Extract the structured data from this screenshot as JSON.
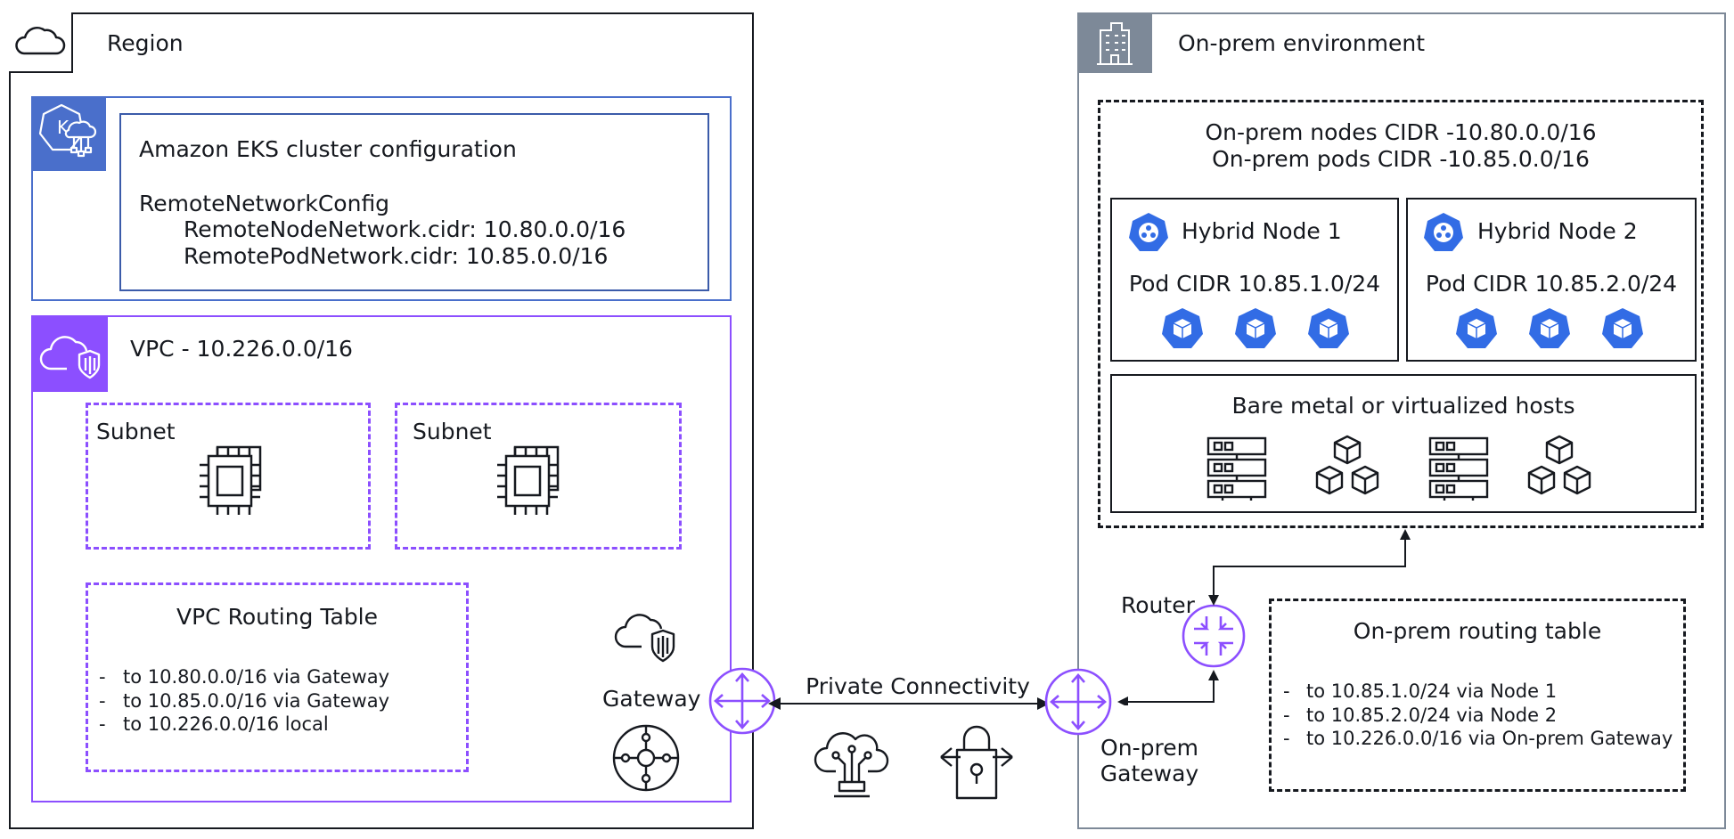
{
  "region": {
    "label": "Region",
    "eks": {
      "title": "Amazon EKS cluster configuration",
      "config_name": "RemoteNetworkConfig",
      "node_network": "RemoteNodeNetwork.cidr: 10.80.0.0/16",
      "pod_network": "RemotePodNetwork.cidr: 10.85.0.0/16"
    },
    "vpc": {
      "label": "VPC - 10.226.0.0/16",
      "subnets": [
        {
          "label": "Subnet"
        },
        {
          "label": "Subnet"
        }
      ],
      "routing_table": {
        "title": "VPC Routing Table",
        "routes": [
          "to 10.80.0.0/16 via Gateway",
          "to 10.85.0.0/16 via Gateway",
          "to 10.226.0.0/16 local"
        ]
      },
      "gateway_label": "Gateway"
    }
  },
  "connection": {
    "label": "Private Connectivity"
  },
  "onprem": {
    "label": "On-prem environment",
    "nodes_cidr": "On-prem nodes CIDR -10.80.0.0/16",
    "pods_cidr": "On-prem pods CIDR -10.85.0.0/16",
    "hybrid_nodes": [
      {
        "name": "Hybrid Node 1",
        "pod_cidr": "Pod CIDR 10.85.1.0/24"
      },
      {
        "name": "Hybrid Node 2",
        "pod_cidr": "Pod CIDR 10.85.2.0/24"
      }
    ],
    "hosts_label": "Bare metal or virtualized hosts",
    "router_label": "Router",
    "gateway_label_line1": "On-prem",
    "gateway_label_line2": "Gateway",
    "routing_table": {
      "title": "On-prem routing table",
      "routes": [
        "to 10.85.1.0/24 via Node 1",
        "to 10.85.2.0/24 via Node 2",
        "to 10.226.0.0/16 via On-prem Gateway"
      ]
    }
  },
  "colors": {
    "region_border": "#16191f",
    "eks_blue": "#4a6fcb",
    "eks_inner_border": "#3b5ba9",
    "vpc_purple": "#8c4fff",
    "onprem_gray": "#7d8998",
    "k8s_blue": "#326ce5"
  },
  "icons": {
    "region": "cloud-icon",
    "eks": "eks-icon",
    "vpc": "vpc-icon",
    "subnet_instance": "ec2-instance-icon",
    "gateway_shield": "cloud-shield-icon",
    "gateway_hub": "transit-gateway-icon",
    "router": "router-icon",
    "onprem": "building-icon",
    "hybrid_node": "k8s-node-icon",
    "pod": "k8s-pod-icon",
    "server": "server-icon",
    "virtual_machines": "cubes-icon",
    "connectivity_cloud": "cloud-circuit-icon",
    "connectivity_lock": "lock-icon"
  }
}
